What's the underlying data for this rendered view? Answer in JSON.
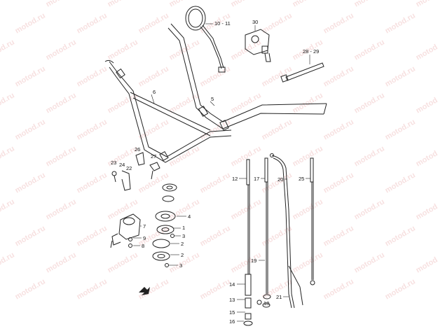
{
  "watermark": {
    "text": "motod.ru",
    "color": "#e9a9a9"
  },
  "labels": {
    "l10_11": "10 - 11",
    "l30": "30",
    "l28_29": "28 - 29",
    "l6": "6",
    "l5": "5",
    "l26": "26",
    "l27": "27",
    "l23": "23",
    "l24": "24",
    "l22": "22",
    "l4": "4",
    "l1": "1",
    "l3a": "3",
    "l2a": "2",
    "l2b": "2",
    "l3b": "3",
    "l7": "7",
    "l9": "9",
    "l8": "8",
    "l12": "12",
    "l17": "17",
    "l20": "20",
    "l25": "25",
    "l19": "19",
    "l14": "14",
    "l13": "13",
    "l15": "15",
    "l16": "16",
    "l18": "18",
    "l21": "21"
  }
}
